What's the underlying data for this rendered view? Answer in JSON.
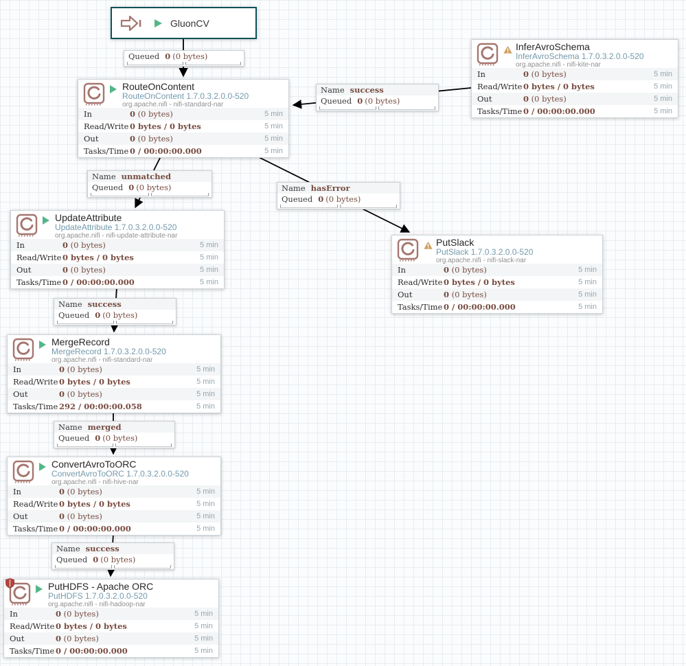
{
  "colors": {
    "accent-teal": "#0b5156",
    "icon-brown": "#a5766f",
    "running-green": "#52b788",
    "warning-amber": "#cf9f5d",
    "value-maroon": "#774c41"
  },
  "input_port": {
    "name": "GluonCV"
  },
  "processors": [
    {
      "name": "RouteOnContent",
      "type": "RouteOnContent 1.7.0.3.2.0.0-520",
      "bundle": "org.apache.nifi - nifi-standard-nar",
      "status": "running",
      "stats": [
        {
          "label": "In",
          "bold": "0",
          "rest": " (0 bytes)",
          "window": "5 min"
        },
        {
          "label": "Read/Write",
          "bold": "0 bytes / 0 bytes",
          "rest": "",
          "window": "5 min"
        },
        {
          "label": "Out",
          "bold": "0",
          "rest": " (0 bytes)",
          "window": "5 min"
        },
        {
          "label": "Tasks/Time",
          "bold": "0 / 00:00:00.000",
          "rest": "",
          "window": "5 min"
        }
      ]
    },
    {
      "name": "InferAvroSchema",
      "type": "InferAvroSchema 1.7.0.3.2.0.0-520",
      "bundle": "org.apache.nifi - nifi-kite-nar",
      "status": "warning",
      "stats": [
        {
          "label": "In",
          "bold": "0",
          "rest": " (0 bytes)",
          "window": "5 min"
        },
        {
          "label": "Read/Write",
          "bold": "0 bytes / 0 bytes",
          "rest": "",
          "window": "5 min"
        },
        {
          "label": "Out",
          "bold": "0",
          "rest": " (0 bytes)",
          "window": "5 min"
        },
        {
          "label": "Tasks/Time",
          "bold": "0 / 00:00:00.000",
          "rest": "",
          "window": "5 min"
        }
      ]
    },
    {
      "name": "UpdateAttribute",
      "type": "UpdateAttribute 1.7.0.3.2.0.0-520",
      "bundle": "org.apache.nifi - nifi-update-attribute-nar",
      "status": "running",
      "stats": [
        {
          "label": "In",
          "bold": "0",
          "rest": " (0 bytes)",
          "window": "5 min"
        },
        {
          "label": "Read/Write",
          "bold": "0 bytes / 0 bytes",
          "rest": "",
          "window": "5 min"
        },
        {
          "label": "Out",
          "bold": "0",
          "rest": " (0 bytes)",
          "window": "5 min"
        },
        {
          "label": "Tasks/Time",
          "bold": "0 / 00:00:00.000",
          "rest": "",
          "window": "5 min"
        }
      ]
    },
    {
      "name": "PutSlack",
      "type": "PutSlack 1.7.0.3.2.0.0-520",
      "bundle": "org.apache.nifi - nifi-slack-nar",
      "status": "warning",
      "stats": [
        {
          "label": "In",
          "bold": "0",
          "rest": " (0 bytes)",
          "window": "5 min"
        },
        {
          "label": "Read/Write",
          "bold": "0 bytes / 0 bytes",
          "rest": "",
          "window": "5 min"
        },
        {
          "label": "Out",
          "bold": "0",
          "rest": " (0 bytes)",
          "window": "5 min"
        },
        {
          "label": "Tasks/Time",
          "bold": "0 / 00:00:00.000",
          "rest": "",
          "window": "5 min"
        }
      ]
    },
    {
      "name": "MergeRecord",
      "type": "MergeRecord 1.7.0.3.2.0.0-520",
      "bundle": "org.apache.nifi - nifi-standard-nar",
      "status": "running",
      "stats": [
        {
          "label": "In",
          "bold": "0",
          "rest": " (0 bytes)",
          "window": "5 min"
        },
        {
          "label": "Read/Write",
          "bold": "0 bytes / 0 bytes",
          "rest": "",
          "window": "5 min"
        },
        {
          "label": "Out",
          "bold": "0",
          "rest": " (0 bytes)",
          "window": "5 min"
        },
        {
          "label": "Tasks/Time",
          "bold": "292 / 00:00:00.058",
          "rest": "",
          "window": "5 min"
        }
      ]
    },
    {
      "name": "ConvertAvroToORC",
      "type": "ConvertAvroToORC 1.7.0.3.2.0.0-520",
      "bundle": "org.apache.nifi - nifi-hive-nar",
      "status": "running",
      "stats": [
        {
          "label": "In",
          "bold": "0",
          "rest": " (0 bytes)",
          "window": "5 min"
        },
        {
          "label": "Read/Write",
          "bold": "0 bytes / 0 bytes",
          "rest": "",
          "window": "5 min"
        },
        {
          "label": "Out",
          "bold": "0",
          "rest": " (0 bytes)",
          "window": "5 min"
        },
        {
          "label": "Tasks/Time",
          "bold": "0 / 00:00:00.000",
          "rest": "",
          "window": "5 min"
        }
      ]
    },
    {
      "name": "PutHDFS - Apache ORC",
      "type": "PutHDFS 1.7.0.3.2.0.0-520",
      "bundle": "org.apache.nifi - nifi-hadoop-nar",
      "status": "running-restricted",
      "stats": [
        {
          "label": "In",
          "bold": "0",
          "rest": " (0 bytes)",
          "window": "5 min"
        },
        {
          "label": "Read/Write",
          "bold": "0 bytes / 0 bytes",
          "rest": "",
          "window": "5 min"
        },
        {
          "label": "Out",
          "bold": "0",
          "rest": " (0 bytes)",
          "window": "5 min"
        },
        {
          "label": "Tasks/Time",
          "bold": "0 / 00:00:00.000",
          "rest": "",
          "window": "5 min"
        }
      ]
    }
  ],
  "connections": [
    {
      "queued_label": "Queued",
      "queued_bold": "0",
      "queued_rest": "(0 bytes)"
    },
    {
      "name_label": "Name",
      "name_value": "success",
      "queued_label": "Queued",
      "queued_bold": "0",
      "queued_rest": "(0 bytes)"
    },
    {
      "name_label": "Name",
      "name_value": "unmatched",
      "queued_label": "Queued",
      "queued_bold": "0",
      "queued_rest": "(0 bytes)"
    },
    {
      "name_label": "Name",
      "name_value": "hasError",
      "queued_label": "Queued",
      "queued_bold": "0",
      "queued_rest": "(0 bytes)"
    },
    {
      "name_label": "Name",
      "name_value": "success",
      "queued_label": "Queued",
      "queued_bold": "0",
      "queued_rest": "(0 bytes)"
    },
    {
      "name_label": "Name",
      "name_value": "merged",
      "queued_label": "Queued",
      "queued_bold": "0",
      "queued_rest": "(0 bytes)"
    },
    {
      "name_label": "Name",
      "name_value": "success",
      "queued_label": "Queued",
      "queued_bold": "0",
      "queued_rest": "(0 bytes)"
    }
  ]
}
